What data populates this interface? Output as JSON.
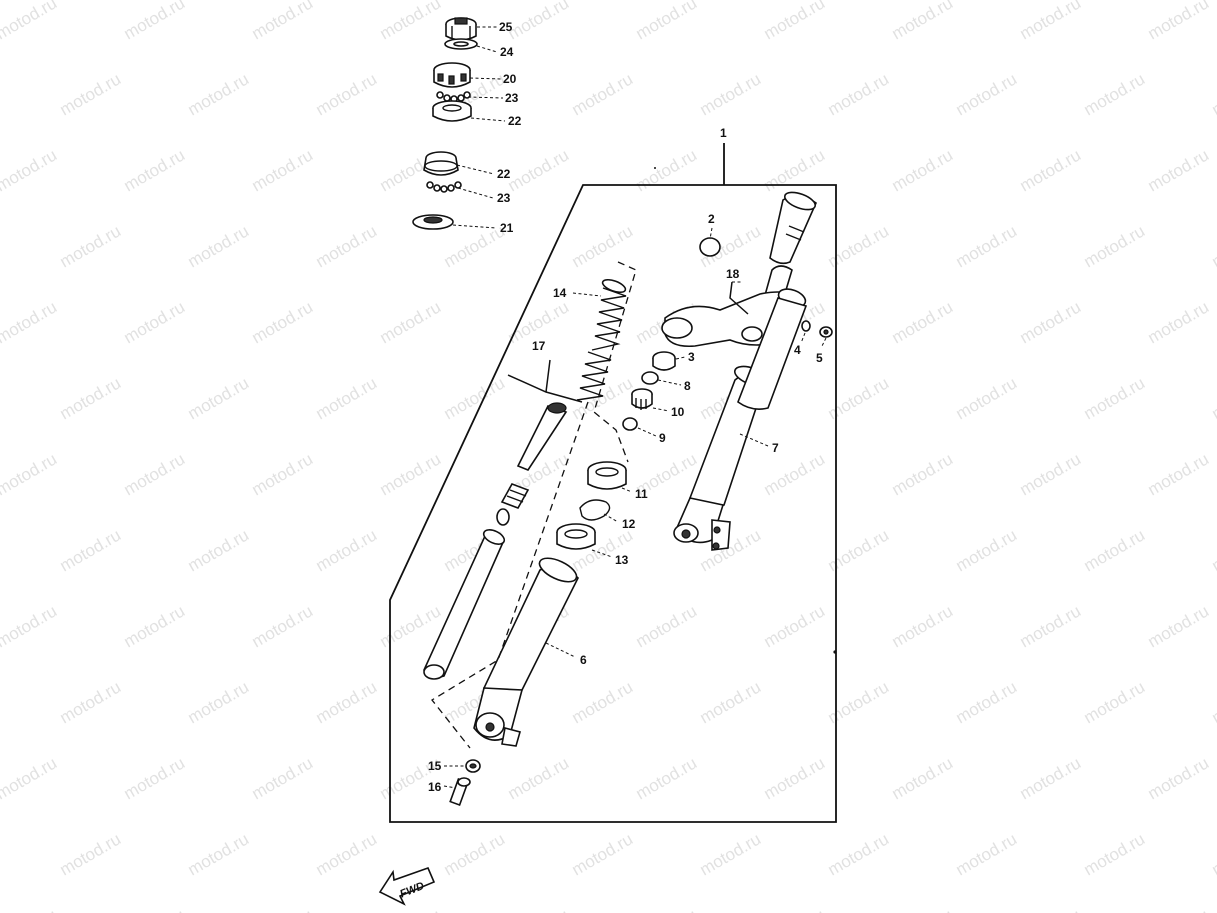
{
  "watermark": "motod.ru",
  "fwd_label": "FWD",
  "callouts": [
    {
      "id": "c25a",
      "text": "25"
    },
    {
      "id": "c24",
      "text": "24"
    },
    {
      "id": "c20",
      "text": "20"
    },
    {
      "id": "c23a",
      "text": "23"
    },
    {
      "id": "c22a",
      "text": "22"
    },
    {
      "id": "c22b",
      "text": "22"
    },
    {
      "id": "c23b",
      "text": "23"
    },
    {
      "id": "c21",
      "text": "21"
    },
    {
      "id": "c1",
      "text": "1"
    },
    {
      "id": "c2",
      "text": "2"
    },
    {
      "id": "c18",
      "text": "18"
    },
    {
      "id": "c14",
      "text": "14"
    },
    {
      "id": "c17",
      "text": "17"
    },
    {
      "id": "c3",
      "text": "3"
    },
    {
      "id": "c4",
      "text": "4"
    },
    {
      "id": "c5",
      "text": "5"
    },
    {
      "id": "c8",
      "text": "8"
    },
    {
      "id": "c10",
      "text": "10"
    },
    {
      "id": "c9",
      "text": "9"
    },
    {
      "id": "c7",
      "text": "7"
    },
    {
      "id": "c11",
      "text": "11"
    },
    {
      "id": "c12",
      "text": "12"
    },
    {
      "id": "c13",
      "text": "13"
    },
    {
      "id": "c6",
      "text": "6"
    },
    {
      "id": "c15",
      "text": "15"
    },
    {
      "id": "c16",
      "text": "16"
    }
  ]
}
